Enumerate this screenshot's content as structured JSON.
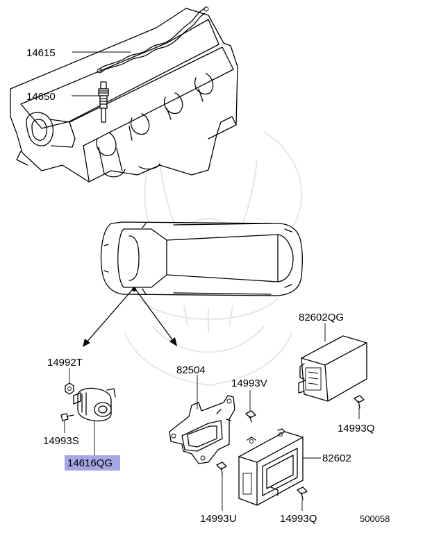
{
  "labels": {
    "p14615": "14615",
    "p14650": "14650",
    "p82602qg": "82602QG",
    "p14992t": "14992T",
    "p82504": "82504",
    "p14993v": "14993V",
    "p14993s": "14993S",
    "p14616qg": "14616QG",
    "p14993q_top": "14993Q",
    "p82602": "82602",
    "p14993u": "14993U",
    "p14993q_bottom": "14993Q"
  },
  "figure_number": "500058",
  "colors": {
    "highlight": "#a6a6e6",
    "line": "#000000",
    "watermark": "#e6e6e6"
  }
}
